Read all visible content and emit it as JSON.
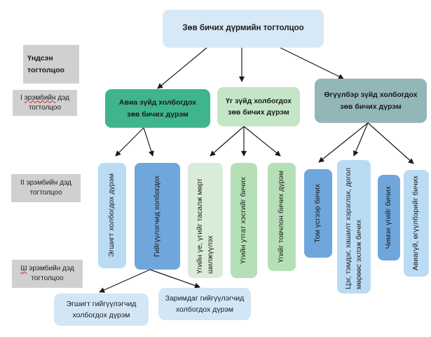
{
  "root": {
    "label": "Зөв бичих дүрмийн тогтолцоо"
  },
  "levels": {
    "basic": "Үндсэн тогтолцоо",
    "level1_prefix": "I ",
    "level1_word": "эрэмбийн",
    "level1_suffix": " дэд тогтолцоо",
    "level2": "II эрэмбийн дэд тогтолцоо",
    "level3_prefix": "",
    "level3_word": "Ш",
    "level3_suffix": " эрэмбийн дэд тогтолцоо"
  },
  "categories": [
    {
      "label": "Авиа зүйд холбогдох зөв бичих дүрэм",
      "color": "#3fb58e"
    },
    {
      "label": "Үг зүйд холбогдох зөв бичих дүрэм",
      "color": "#c4e6c7"
    },
    {
      "label": "Өгүүлбэр зүйд холбогдох зөв бичих дүрэм",
      "color": "#93b6b9"
    }
  ],
  "level2_items": [
    {
      "label": "Эгшигт холбогдох дүрэм",
      "color": "#b9dcf4"
    },
    {
      "label": "Гийгүүлэгчид холбогдох",
      "color": "#6fa6dc"
    },
    {
      "label": "Үгийн үе, үгийг тасалж мөрт шилжүүлэх",
      "color": "#d8ecd9"
    },
    {
      "label": "Үгийн утгат хэсгийг бичих",
      "color": "#b5e0b7"
    },
    {
      "label": "Үгийг товчлон бичих дүрэм",
      "color": "#b5e0b7"
    },
    {
      "label": "Том үсгээр бичих",
      "color": "#6fa6dc"
    },
    {
      "label": "Цэг, тэмдэг, хашилт хэрэглэх, догол мөрөөс эхлэж бичих",
      "color": "#b9dcf4"
    },
    {
      "label": "Чимэх үгийг бичих",
      "color": "#6fa6dc"
    },
    {
      "label": "Авиагүй, өгүүлбэрийг бичих",
      "color": "#b9dcf4"
    }
  ],
  "level3_items": [
    {
      "label": "Эгшигт гийгүүлэгчид холбогдох дүрэм",
      "color": "#d3e6f6"
    },
    {
      "label": "Заримдаг гийгүүлэгчид холбогдох дүрэм",
      "color": "#d3e6f6"
    }
  ],
  "colors": {
    "root": "#d7e9f7",
    "level_label": "#d0d0d0",
    "arrow": "#1a1a1a"
  }
}
